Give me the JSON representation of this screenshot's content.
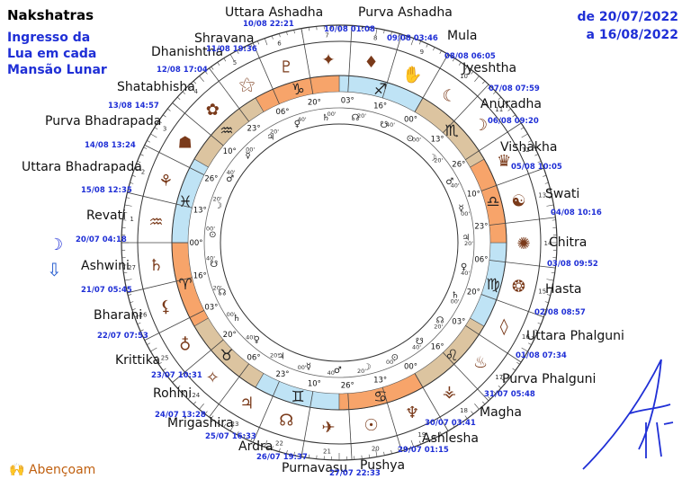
{
  "header": {
    "title": "Nakshatras",
    "subtitle_lines": [
      "Ingresso da",
      "Lua em cada",
      "Mansão Lunar"
    ],
    "date_from": "de 20/07/2022",
    "date_to": "a 16/08/2022"
  },
  "footer": {
    "blessing": "Abençoam"
  },
  "colors": {
    "blue_text": "#1f2fd6",
    "ring_orange": "#f7a46a",
    "ring_tan": "#dcc4a0",
    "ring_blue": "#bfe3f5"
  },
  "nakshatras": [
    {
      "name": "Uttara Ashadha",
      "time": "10/08 22:21"
    },
    {
      "name": "Purva Ashadha",
      "time": "10/08 01:08"
    },
    {
      "name": "Mula",
      "time": "09/08 03:46"
    },
    {
      "name": "Jyeshtha",
      "time": "08/08 06:05"
    },
    {
      "name": "Anuradha",
      "time": "07/08 07:59"
    },
    {
      "name": "Vishakha",
      "time": "06/08 09:20"
    },
    {
      "name": "Swati",
      "time": "05/08 10:05"
    },
    {
      "name": "Chitra",
      "time": "04/08 10:16"
    },
    {
      "name": "Hasta",
      "time": "03/08 09:52"
    },
    {
      "name": "Uttara Phalguni",
      "time": "02/08 08:57"
    },
    {
      "name": "Purva Phalguni",
      "time": "01/08 07:34"
    },
    {
      "name": "Magha",
      "time": "31/07 05:48"
    },
    {
      "name": "Ashlesha",
      "time": "30/07 03:41"
    },
    {
      "name": "Pushya",
      "time": "29/07 01:15"
    },
    {
      "name": "Purnavasu",
      "time": "27/07 22:33"
    },
    {
      "name": "Ardra",
      "time": "26/07 19:37"
    },
    {
      "name": "Mrigashira",
      "time": "25/07 16:33"
    },
    {
      "name": "Rohini",
      "time": "24/07 13:28"
    },
    {
      "name": "Krittika",
      "time": "23/07 10:31"
    },
    {
      "name": "Bharani",
      "time": "22/07 07:53"
    },
    {
      "name": "Ashwini",
      "time": "21/07 05:45"
    },
    {
      "name": "Revati",
      "time": "20/07 04:18"
    },
    {
      "name": "Uttara Bhadrapada",
      "time": "15/08 12:35"
    },
    {
      "name": "Purva Bhadrapada",
      "time": "14/08 13:24"
    },
    {
      "name": "Shatabhisha",
      "time": "13/08 14:57"
    },
    {
      "name": "Dhanishtha",
      "time": "12/08 17:04"
    },
    {
      "name": "Shravana",
      "time": "11/08 19:36"
    }
  ],
  "wheel": {
    "signs": [
      "♈",
      "♉",
      "♊",
      "♋",
      "♌",
      "♍",
      "♎",
      "♏",
      "♐",
      "♑",
      "♒",
      "♓"
    ],
    "degrees": [
      "00°",
      "13°",
      "26°",
      "10°",
      "23°",
      "06°",
      "20°",
      "03°",
      "16°",
      "00°",
      "13°",
      "26°",
      "10°",
      "23°",
      "06°",
      "20°",
      "03°",
      "16°",
      "00°",
      "13°",
      "26°",
      "10°",
      "23°",
      "06°",
      "20°",
      "03°",
      "16°"
    ],
    "minutes": [
      "00'",
      "20'",
      "40'"
    ],
    "house_numbers": [
      "1",
      "2",
      "3",
      "4",
      "5",
      "6",
      "7",
      "8",
      "9",
      "10",
      "11",
      "12",
      "13",
      "14",
      "15",
      "16",
      "17",
      "18",
      "19",
      "20",
      "21",
      "22",
      "23",
      "24",
      "25",
      "26",
      "27"
    ]
  }
}
